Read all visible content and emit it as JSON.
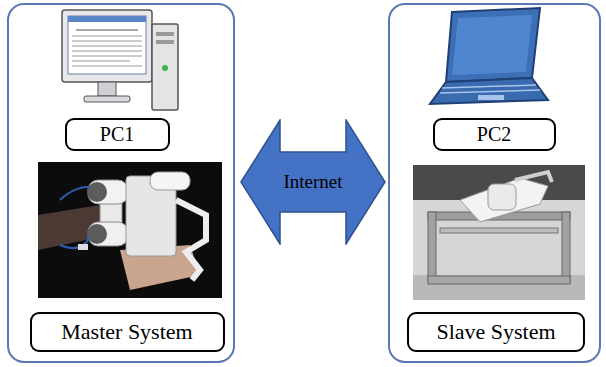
{
  "diagram": {
    "nodes": [
      {
        "text": [
          "PC1"
        ]
      },
      {
        "text": [
          "Master System"
        ]
      },
      {
        "text": [
          "Internet"
        ]
      },
      {
        "text": [
          "PC2"
        ]
      },
      {
        "text": [
          "Slave System"
        ]
      }
    ]
  }
}
